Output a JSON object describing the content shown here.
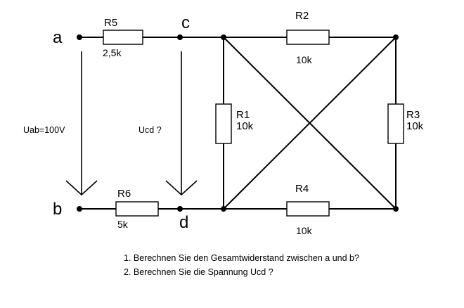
{
  "nodes": {
    "a": "a",
    "b": "b",
    "c": "c",
    "d": "d"
  },
  "resistors": {
    "R5": {
      "name": "R5",
      "value": "2,5k"
    },
    "R6": {
      "name": "R6",
      "value": "5k"
    },
    "R1": {
      "name": "R1",
      "value": "10k"
    },
    "R2": {
      "name": "R2",
      "value": "10k"
    },
    "R3": {
      "name": "R3",
      "value": "10k"
    },
    "R4": {
      "name": "R4",
      "value": "10k"
    }
  },
  "voltages": {
    "uab": "Uab=100V",
    "ucd": "Ucd ?"
  },
  "tasks": [
    "1. Berechnen Sie den Gesamtwiderstand zwischen a und b?",
    "2. Berechnen Sie die Spannung Ucd ?"
  ]
}
